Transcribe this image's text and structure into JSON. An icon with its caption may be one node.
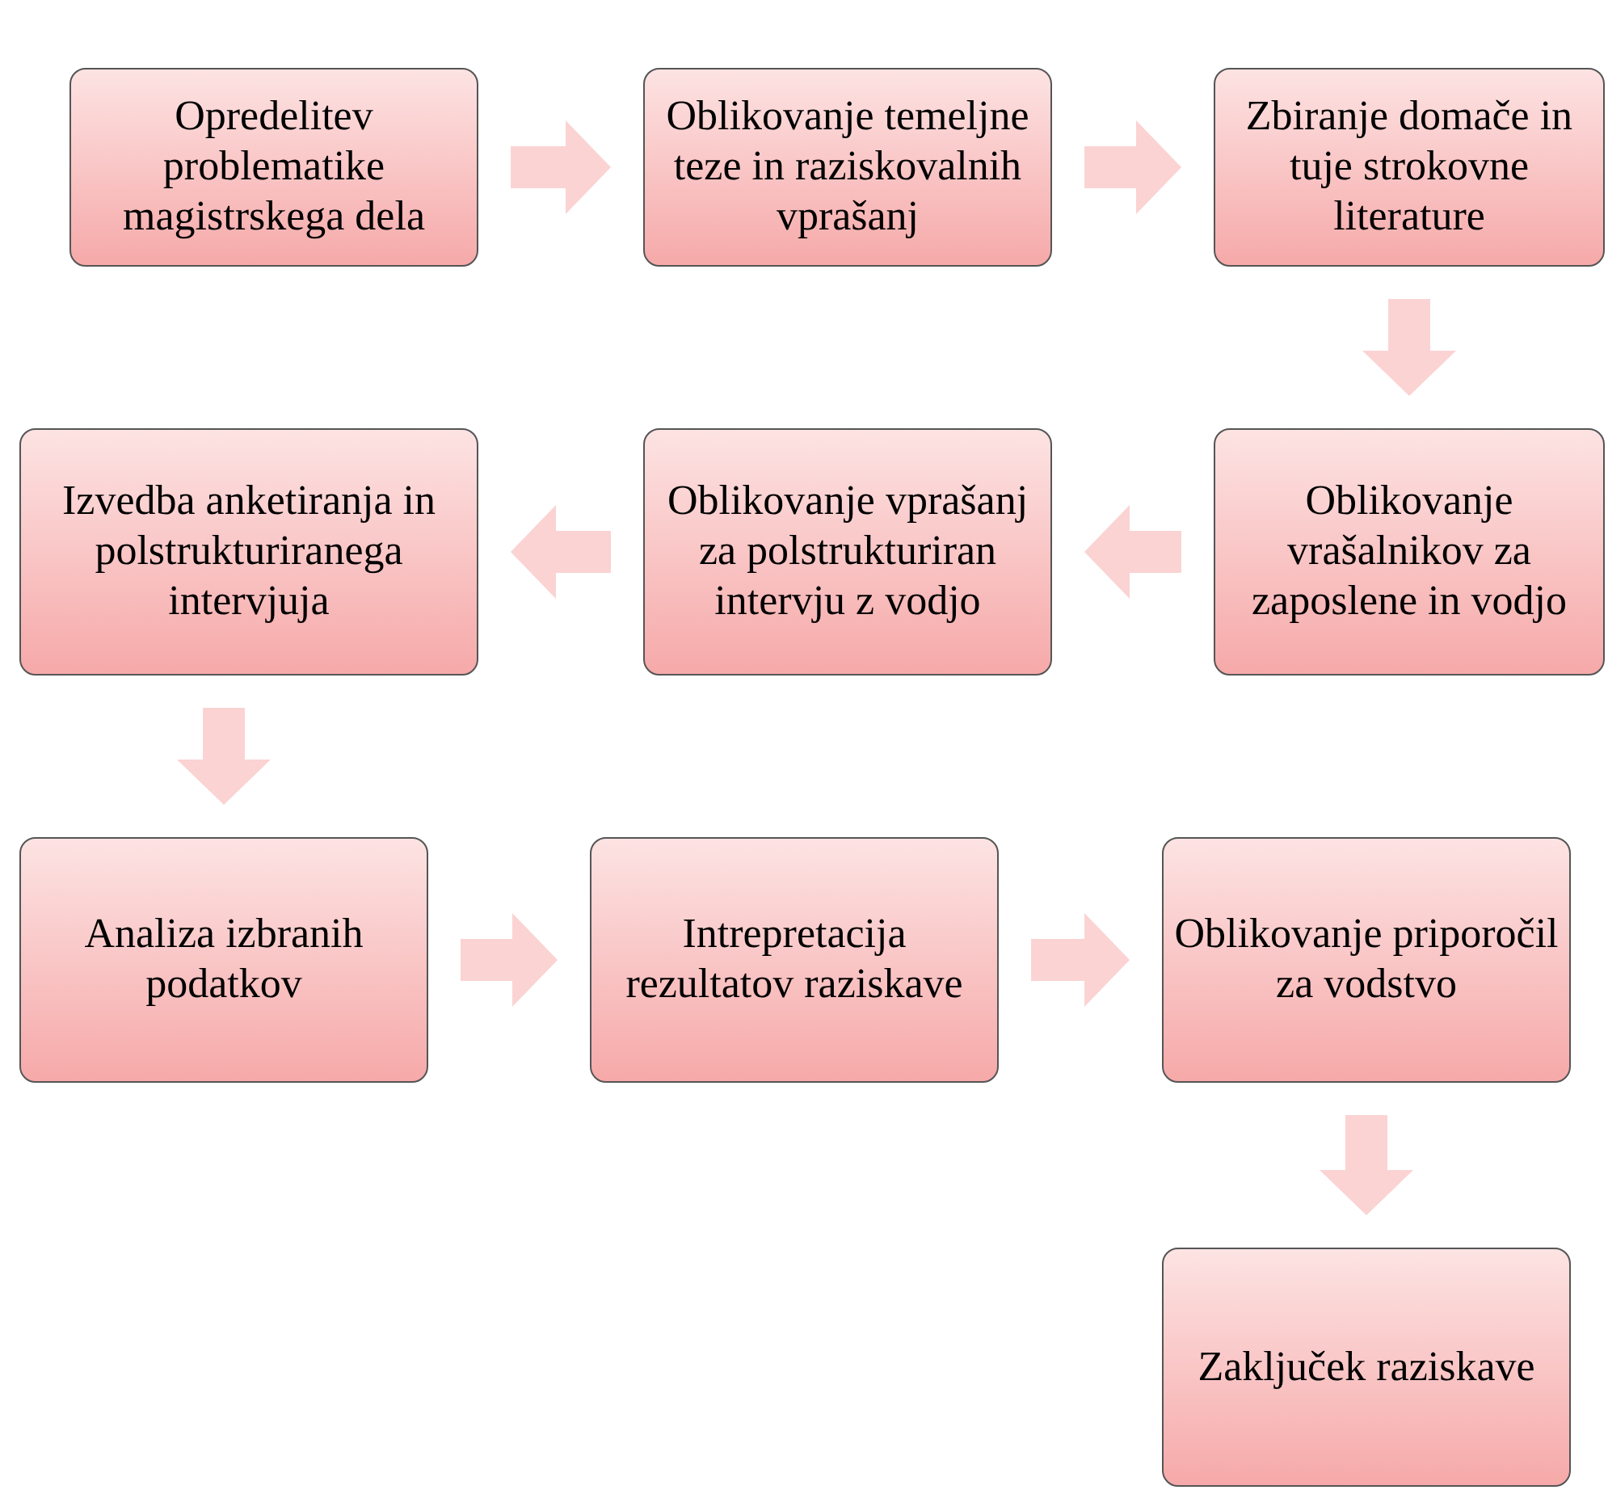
{
  "diagram": {
    "nodes": [
      {
        "text": [
          "Opredelitev problematike magistrskega dela"
        ]
      },
      {
        "text": [
          "Oblikovanje temeljne teze in raziskovalnih vprašanj"
        ]
      },
      {
        "text": [
          "Zbiranje domače in tuje strokovne literature"
        ]
      },
      {
        "text": [
          "Oblikovanje vrašalnikov za zaposlene in vodjo"
        ]
      },
      {
        "text": [
          "Oblikovanje vprašanj za polstrukturiran intervju z vodjo"
        ]
      },
      {
        "text": [
          "Izvedba anketiranja in polstrukturiranega intervjuja"
        ]
      },
      {
        "text": [
          "Analiza izbranih podatkov"
        ]
      },
      {
        "text": [
          "Intrepretacija rezultatov raziskave"
        ]
      },
      {
        "text": [
          "Oblikovanje priporočil za vodstvo"
        ]
      },
      {
        "text": [
          "Zaključek raziskave"
        ]
      }
    ],
    "edges": [
      {
        "from": 0,
        "to": 1,
        "arrow": "to"
      },
      {
        "from": 1,
        "to": 2,
        "arrow": "to"
      },
      {
        "from": 2,
        "to": 3,
        "arrow": "to"
      },
      {
        "from": 3,
        "to": 4,
        "arrow": "to"
      },
      {
        "from": 4,
        "to": 5,
        "arrow": "to"
      },
      {
        "from": 5,
        "to": 6,
        "arrow": "to"
      },
      {
        "from": 6,
        "to": 7,
        "arrow": "to"
      },
      {
        "from": 7,
        "to": 8,
        "arrow": "to"
      },
      {
        "from": 8,
        "to": 9,
        "arrow": "to"
      }
    ]
  }
}
